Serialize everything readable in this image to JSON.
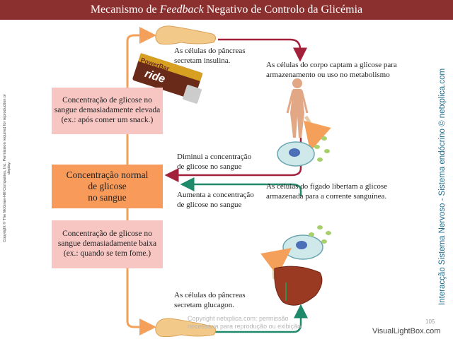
{
  "title": {
    "prefix": "Mecanismo de ",
    "emph": "Feedback",
    "suffix": " Negativo de Controlo da Glicémia"
  },
  "boxes": {
    "high": "Concentração de glicose no sangue demasiadamente elevada (ex.: após comer um snack.)",
    "normal_line1": "Concentração normal",
    "normal_line2": "de glicose",
    "normal_line3": "no sangue",
    "low": "Concentração de glicose no sangue demasiadamente baixa (ex.: quando se tem fome.)"
  },
  "labels": {
    "insulin_l1": "As células do pâncreas",
    "insulin_l2": "secretam insulina.",
    "uptake_l1": "As células do corpo captam a glicose para",
    "uptake_l2": "armazenamento ou uso no metabolismo",
    "decrease_l1": "Diminui a concentração",
    "decrease_l2": "de glicose no sangue",
    "increase_l1": "Aumenta a concentração",
    "increase_l2": "de glicose no sangue",
    "liver_l1": "As células do fígado libertam a glicose",
    "liver_l2": "armazenada para a corrente sanguínea.",
    "glucagon_l1": "As células do pâncreas",
    "glucagon_l2": "secretam glucagon."
  },
  "snack_brand": "PowerBar",
  "snack_name": "ride",
  "side_left": "Copyright © The McGraw-Hill Companies, Inc. Permission required for reproduction or display.",
  "side_right": "Interacção Sistema Nervoso - Sistema endócrino © netxplica.com",
  "footer_copy_l1": "Copyright netxplica.com: permissão",
  "footer_copy_l2": "necessária para reprodução ou exibição.",
  "page_number": "105",
  "watermark": "VisualLightBox.com",
  "colors": {
    "title_bar": "#8b2f2f",
    "box_high_low": "#f7c6c3",
    "box_normal": "#f79a5a",
    "arrow_orange": "#f5a05a",
    "arrow_red": "#a3203a",
    "arrow_green": "#1e8a6a"
  }
}
